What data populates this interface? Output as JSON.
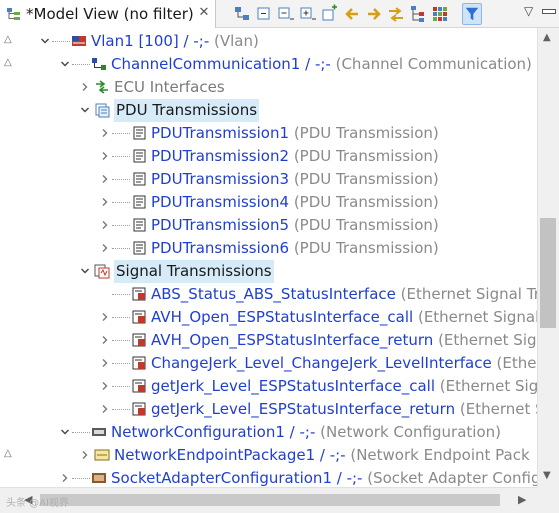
{
  "tab": {
    "title": "*Model View (no filter)",
    "icon": "tree-view-icon",
    "close": "✕"
  },
  "toolbar": {
    "menu_glyph": "▽"
  },
  "tree": [
    {
      "depth": 0,
      "expanded": true,
      "icon": "vlan-icon",
      "name": "Vlan1 [100] / -;-",
      "type": "(Vlan)"
    },
    {
      "depth": 1,
      "expanded": true,
      "icon": "channel-icon",
      "name": "ChannelCommunication1 / -;-",
      "type": "(Channel Communication)"
    },
    {
      "depth": 2,
      "expanded": false,
      "icon": "ecu-interfaces-icon",
      "plain": "ECU Interfaces"
    },
    {
      "depth": 2,
      "expanded": true,
      "icon": "pdu-folder-icon",
      "plain": "PDU Transmissions",
      "selected": true
    },
    {
      "depth": 3,
      "expanded": false,
      "icon": "pdu-icon",
      "name": "PDUTransmission1",
      "type": "(PDU Transmission)"
    },
    {
      "depth": 3,
      "expanded": false,
      "icon": "pdu-icon",
      "name": "PDUTransmission2",
      "type": "(PDU Transmission)"
    },
    {
      "depth": 3,
      "expanded": false,
      "icon": "pdu-icon",
      "name": "PDUTransmission3",
      "type": "(PDU Transmission)"
    },
    {
      "depth": 3,
      "expanded": false,
      "icon": "pdu-icon",
      "name": "PDUTransmission4",
      "type": "(PDU Transmission)"
    },
    {
      "depth": 3,
      "expanded": false,
      "icon": "pdu-icon",
      "name": "PDUTransmission5",
      "type": "(PDU Transmission)"
    },
    {
      "depth": 3,
      "expanded": false,
      "icon": "pdu-icon",
      "name": "PDUTransmission6",
      "type": "(PDU Transmission)"
    },
    {
      "depth": 2,
      "expanded": true,
      "icon": "signal-folder-icon",
      "plain": "Signal Transmissions",
      "selected": true
    },
    {
      "depth": 3,
      "expanded": null,
      "icon": "signal-icon",
      "name": "ABS_Status_ABS_StatusInterface",
      "type": "(Ethernet Signal Tran"
    },
    {
      "depth": 3,
      "expanded": false,
      "icon": "signal-icon",
      "name": "AVH_Open_ESPStatusInterface_call",
      "type": "(Ethernet Signal T"
    },
    {
      "depth": 3,
      "expanded": false,
      "icon": "signal-icon",
      "name": "AVH_Open_ESPStatusInterface_return",
      "type": "(Ethernet Signa"
    },
    {
      "depth": 3,
      "expanded": false,
      "icon": "signal-icon",
      "name": "ChangeJerk_Level_ChangeJerk_LevelInterface",
      "type": "(Etherne"
    },
    {
      "depth": 3,
      "expanded": false,
      "icon": "signal-icon",
      "name": "getJerk_Level_ESPStatusInterface_call",
      "type": "(Ethernet Signa"
    },
    {
      "depth": 3,
      "expanded": false,
      "icon": "signal-icon",
      "name": "getJerk_Level_ESPStatusInterface_return",
      "type": "(Ethernet Sig"
    },
    {
      "depth": 1,
      "expanded": true,
      "icon": "network-config-icon",
      "name": "NetworkConfiguration1 / -;-",
      "type": "(Network Configuration)"
    },
    {
      "depth": 2,
      "expanded": false,
      "icon": "endpoint-package-icon",
      "name": "NetworkEndpointPackage1 / -;-",
      "type": "(Network Endpoint Pack"
    },
    {
      "depth": 1,
      "expanded": false,
      "icon": "socket-adapter-icon",
      "name": "SocketAdapterConfiguration1 / -;-",
      "type": "(Socket Adapter Config"
    }
  ],
  "watermark": "头条 @AI视界"
}
